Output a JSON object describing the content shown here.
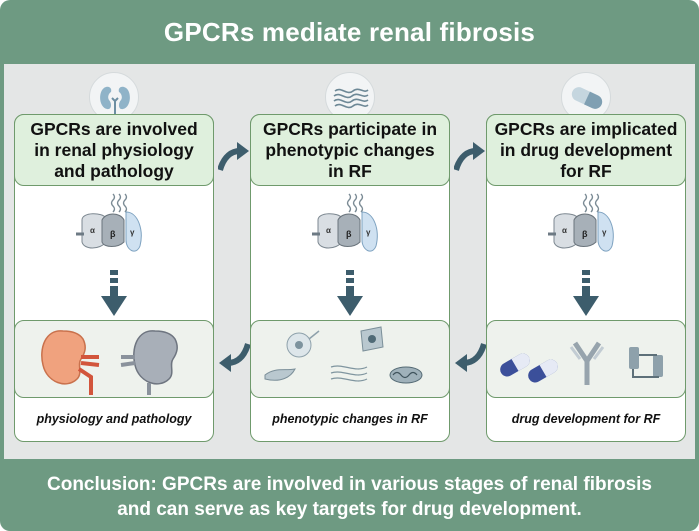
{
  "title": "GPCRs mediate renal fibrosis",
  "columns": [
    {
      "header_lines": [
        "GPCRs are involved",
        "in renal physiology",
        "and pathology"
      ],
      "caption": "physiology and pathology",
      "icon": "kidney-icon"
    },
    {
      "header_lines": [
        "GPCRs participate in",
        "phenotypic changes",
        "in RF"
      ],
      "caption": "phenotypic changes in RF",
      "icon": "fibers-icon"
    },
    {
      "header_lines": [
        "GPCRs are implicated",
        "in drug development",
        "for RF"
      ],
      "caption": "drug development for RF",
      "icon": "capsule-icon"
    }
  ],
  "gprotein_labels": [
    "α",
    "β",
    "γ"
  ],
  "conclusion_lines": [
    "Conclusion: GPCRs are involved in various stages of renal fibrosis",
    "and can serve as key targets for drug development."
  ],
  "colors": {
    "frame": "#6e9a82",
    "panel": "#e4e6e6",
    "header_fill": "#dff0dd",
    "border": "#6f9a6c",
    "arrow": "#3d5d6c"
  }
}
